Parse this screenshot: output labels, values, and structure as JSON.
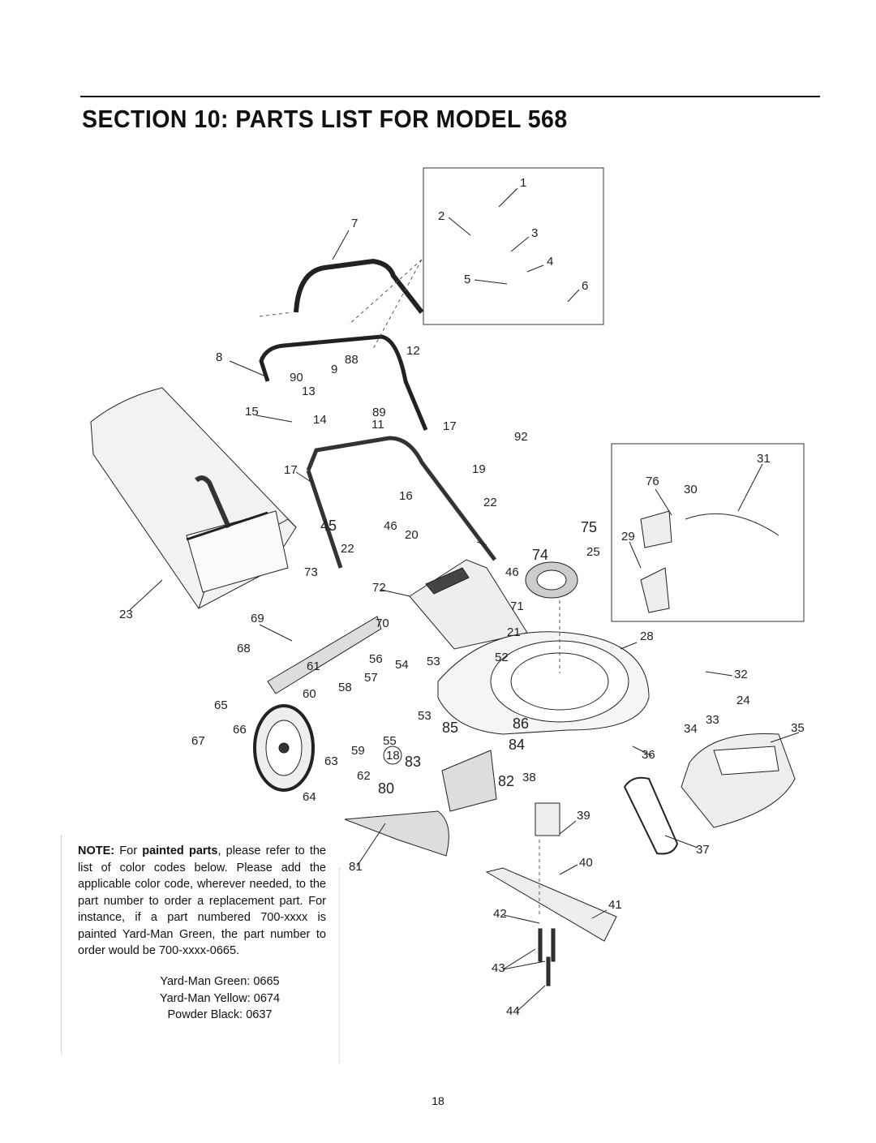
{
  "header": {
    "title": "SECTION 10: PARTS LIST FOR MODEL 568"
  },
  "diagram": {
    "callouts": [
      "1",
      "2",
      "3",
      "4",
      "5",
      "6",
      "7",
      "8",
      "9",
      "88",
      "90",
      "13",
      "12",
      "15",
      "14",
      "89",
      "11",
      "17",
      "92",
      "17",
      "19",
      "16",
      "22",
      "45",
      "46",
      "20",
      "75",
      "74",
      "25",
      "22",
      "46",
      "73",
      "72",
      "71",
      "70",
      "23",
      "69",
      "68",
      "21",
      "28",
      "56",
      "54",
      "53",
      "52",
      "61",
      "57",
      "58",
      "60",
      "53",
      "65",
      "66",
      "67",
      "85",
      "86",
      "55",
      "59",
      "18",
      "84",
      "63",
      "83",
      "62",
      "82",
      "38",
      "80",
      "64",
      "31",
      "76",
      "30",
      "29",
      "32",
      "24",
      "33",
      "34",
      "35",
      "36",
      "37",
      "39",
      "40",
      "81",
      "41",
      "42",
      "43",
      "44"
    ]
  },
  "note": {
    "label": "NOTE:",
    "pre": " For ",
    "emph": "painted parts",
    "body": ", please refer to the list of color codes below. Please add the applicable color code, wherever needed, to the part number to order a replacement part. For instance, if a part numbered 700-xxxx is painted Yard-Man Green, the part number to order would be 700-xxxx-0665."
  },
  "color_codes": [
    "Yard-Man Green: 0665",
    "Yard-Man Yellow: 0674",
    "Powder Black: 0637"
  ],
  "page_number": "18"
}
